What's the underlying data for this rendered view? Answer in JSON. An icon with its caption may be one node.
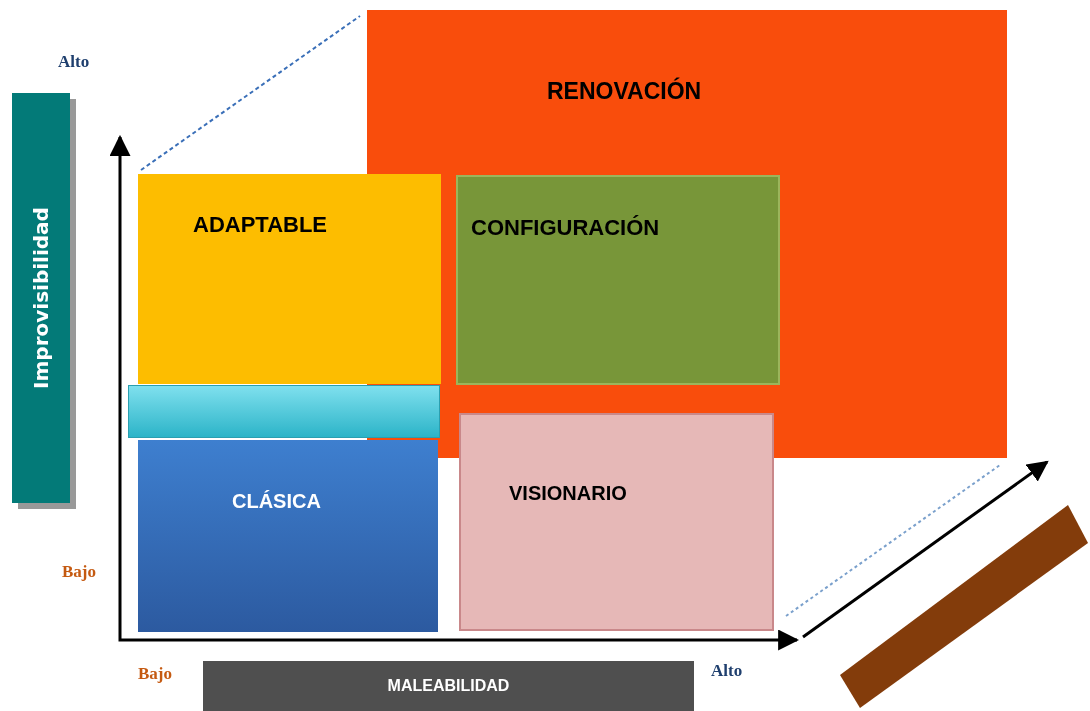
{
  "diagram": {
    "nodes": [
      {
        "text": [
          "Improvisibilidad"
        ]
      },
      {
        "text": [
          "RENOVACIÓN"
        ]
      },
      {
        "text": [
          "ADAPTABLE"
        ]
      },
      {
        "text": [
          "CONFIGURACIÓN"
        ],
        "in": 1
      },
      {
        "text": [],
        "shape": "bar"
      },
      {
        "text": [
          "CLÁSICA"
        ]
      },
      {
        "text": [
          "VISIONARIO"
        ]
      },
      {
        "text": [
          "MALEABILIDAD"
        ]
      },
      {
        "text": [],
        "shape": "bar"
      }
    ],
    "labels": [
      "Alto",
      "Bajo",
      "Bajo",
      "Alto"
    ]
  }
}
